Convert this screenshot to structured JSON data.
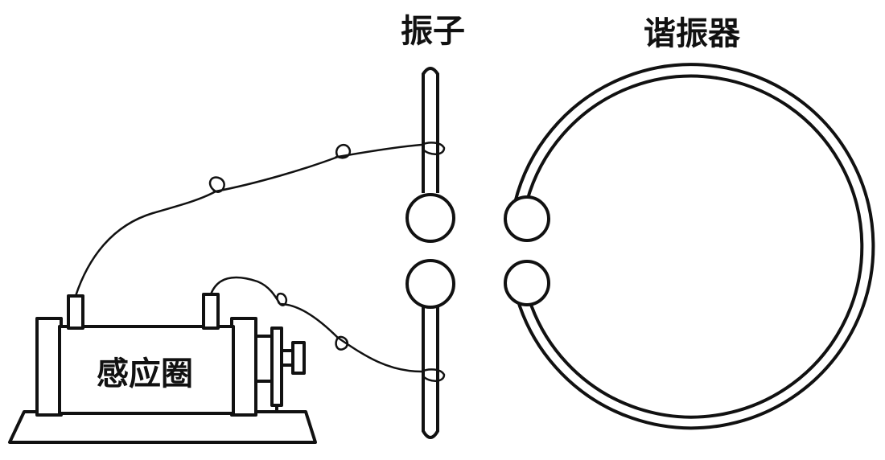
{
  "labels": {
    "oscillator": "振子",
    "resonator": "谐振器",
    "induction_coil": "感应圈"
  },
  "colors": {
    "stroke": "#111111",
    "background": "#ffffff"
  }
}
